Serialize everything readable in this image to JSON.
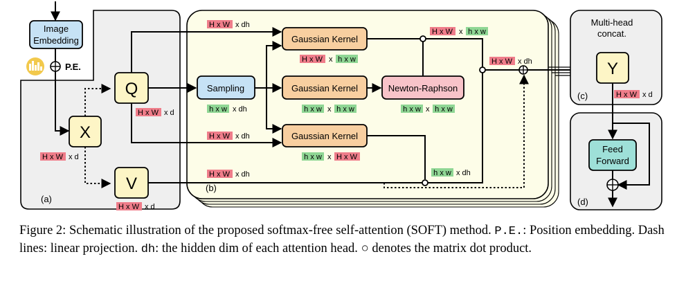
{
  "panels": {
    "a": "(a)",
    "b": "(b)",
    "c": "(c)",
    "d": "(d)"
  },
  "blocks": {
    "image_embedding": [
      "Image",
      "Embedding"
    ],
    "pe": "P.E.",
    "x": "X",
    "q": "Q",
    "v": "V",
    "sampling": "Sampling",
    "gaussian_kernel": "Gaussian Kernel",
    "newton_raphson": "Newton-Raphson",
    "multihead_concat": [
      "Multi-head",
      "concat."
    ],
    "y": "Y",
    "feed_forward": [
      "Feed",
      "Forward"
    ]
  },
  "dims": {
    "HxW": "H x W",
    "hxw": "h x w",
    "x": "x",
    "xd": "x d",
    "xdh": "x dh"
  },
  "colors": {
    "pink_tag": "#ef7d8a",
    "green_tag": "#8fd694",
    "yellow_box": "#fdf5c6",
    "blue_box": "#c6e2f5",
    "teal_box": "#9ee0d8",
    "orange_box": "#f8cfa0",
    "pink_box": "#f8c3c9",
    "panel_gray": "#efefef",
    "panel_yellow": "#fdfde8"
  },
  "caption": {
    "p1": "Figure 2: Schematic illustration of the proposed softmax-free self-attention (SOFT) method. ",
    "pe_mono": "P.E.",
    "p2": ": Position embedding. Dash lines: linear projection. ",
    "dh_mono": "dh",
    "p3": ": the hidden dim of each attention head. ",
    "circ": "○",
    "p4": " denotes the matrix dot product."
  }
}
